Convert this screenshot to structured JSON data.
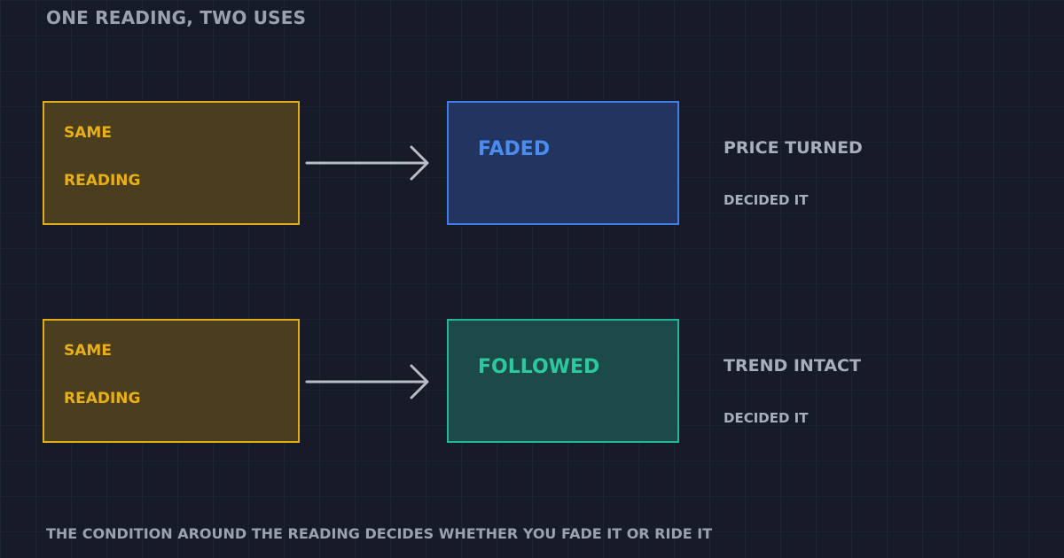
{
  "title": "ONE READING, TWO USES",
  "rows": [
    {
      "input_line1": "SAME",
      "input_line2": "READING",
      "result": "FADED",
      "note_title": "PRICE TURNED",
      "note_sub": "DECIDED IT"
    },
    {
      "input_line1": "SAME",
      "input_line2": "READING",
      "result": "FOLLOWED",
      "note_title": "TREND INTACT",
      "note_sub": "DECIDED IT"
    }
  ],
  "footer": "THE CONDITION AROUND THE READING DECIDES WHETHER YOU FADE IT OR RIDE IT",
  "colors": {
    "background": "#161b27",
    "input_fill": "#4b3e1f",
    "input_border": "#e0ac1c",
    "input_text": "#e8b016",
    "faded_fill": "#223561",
    "faded_border": "#3f7de8",
    "faded_text": "#4a8cf0",
    "followed_fill": "#1b4a48",
    "followed_border": "#21b79a",
    "followed_text": "#2cc9a0",
    "arrow": "#b7bcc6",
    "muted_text": "#9ba2ae"
  }
}
